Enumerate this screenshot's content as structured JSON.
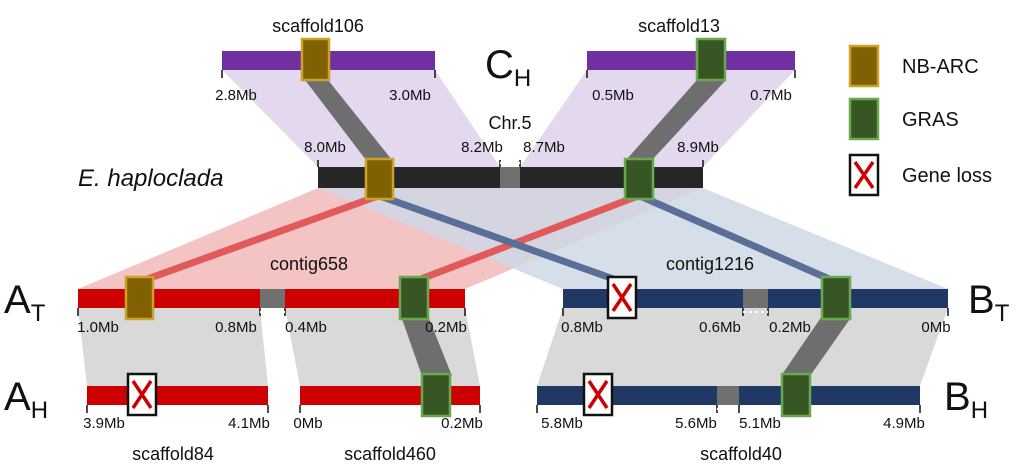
{
  "colors": {
    "nbarc_fill": "#806000",
    "nbarc_stroke": "#c9a227",
    "gras_fill": "#375623",
    "gras_stroke": "#6aa84f",
    "purple": "#7030a0",
    "red": "#cc0000",
    "navy": "#1f3864",
    "gap": "#707070",
    "synteny_purple": "#e4d8ee",
    "synteny_red": "#f2b8b8",
    "synteny_blue": "#cfd8e6",
    "synteny_gray": "#d9d9d9",
    "link_gray": "#6e6e6e",
    "link_red": "#e05a5a",
    "link_blue": "#5a6f96"
  },
  "subgenome_labels": {
    "CH": {
      "main": "C",
      "sub": "H"
    },
    "AT": {
      "main": "A",
      "sub": "T"
    },
    "AH": {
      "main": "A",
      "sub": "H"
    },
    "BT": {
      "main": "B",
      "sub": "T"
    },
    "BH": {
      "main": "B",
      "sub": "H"
    }
  },
  "reference": {
    "species": "E. haploclada",
    "chromosome": "Chr.5",
    "ticks": [
      "8.0Mb",
      "8.2Mb",
      "8.7Mb",
      "8.9Mb"
    ]
  },
  "contigs": {
    "scaffold106": {
      "name": "scaffold106",
      "ticks": [
        "2.8Mb",
        "3.0Mb"
      ]
    },
    "scaffold13": {
      "name": "scaffold13",
      "ticks": [
        "0.5Mb",
        "0.7Mb"
      ]
    },
    "contig658": {
      "name": "contig658",
      "ticks": [
        "1.0Mb",
        "0.8Mb",
        "0.4Mb",
        "0.2Mb"
      ]
    },
    "contig1216": {
      "name": "contig1216",
      "ticks": [
        "0.8Mb",
        "0.6Mb",
        "0.2Mb",
        "0Mb"
      ]
    },
    "scaffold84": {
      "name": "scaffold84",
      "ticks": [
        "3.9Mb",
        "4.1Mb"
      ]
    },
    "scaffold460": {
      "name": "scaffold460",
      "ticks": [
        "0Mb",
        "0.2Mb"
      ]
    },
    "scaffold40": {
      "name": "scaffold40",
      "ticks": [
        "5.8Mb",
        "5.6Mb",
        "5.1Mb",
        "4.9Mb"
      ]
    }
  },
  "legend": [
    {
      "label": "NB-ARC",
      "kind": "nbarc"
    },
    {
      "label": "GRAS",
      "kind": "gras"
    },
    {
      "label": "Gene loss",
      "kind": "loss"
    }
  ]
}
